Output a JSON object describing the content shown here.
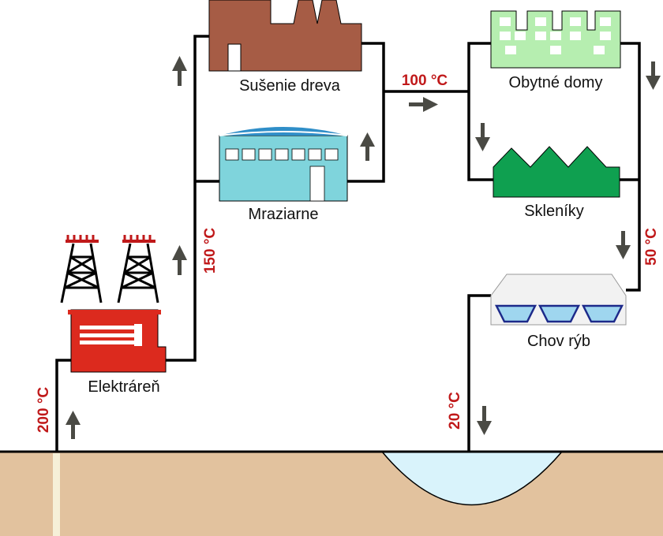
{
  "labels": {
    "power_plant": "Elektráreň",
    "wood_drying": "Sušenie dreva",
    "cold_storage": "Mraziarne",
    "residential": "Obytné domy",
    "greenhouses": "Skleníky",
    "fish_farming": "Chov rýb"
  },
  "temperatures": {
    "t200": "200 °C",
    "t150": "150 °C",
    "t100": "100 °C",
    "t50": "50 °C",
    "t20": "20 °C"
  },
  "colors": {
    "ground": "#e2c29e",
    "power_plant": "#dc2a1e",
    "wood_drying": "#a65c45",
    "cold_storage": "#7fd4dc",
    "residential": "#b6eeb0",
    "greenhouses": "#0fa050",
    "water": "#d9f3fb",
    "temperature_text": "#c0191a",
    "arrow": "#4a4a44"
  }
}
